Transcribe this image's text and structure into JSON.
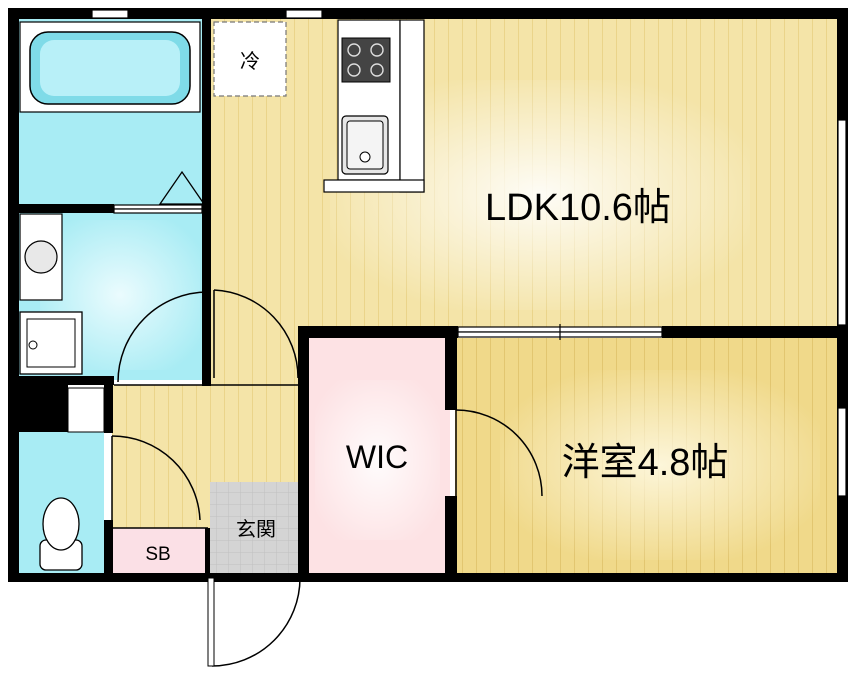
{
  "rooms": {
    "ldk": "LDK10.6帖",
    "western": "洋室4.8帖",
    "wic": "WIC",
    "entrance": "玄関",
    "shoe_box": "SB",
    "fridge": "冷"
  },
  "colors": {
    "wall": "#000000",
    "floor_wood": "#f4e4a8",
    "floor_wood_light": "#fdf7dc",
    "floor_western": "#f0d98a",
    "wet_area": "#a8ecf4",
    "wic": "#fde2e4",
    "shoe_box": "#fbe0e6",
    "entrance_tile": "#d8d8d8"
  },
  "icons": [
    "bathtub-icon",
    "stove-icon",
    "kitchen-sink-icon",
    "wash-basin-icon",
    "washer-pan-icon",
    "toilet-icon"
  ]
}
